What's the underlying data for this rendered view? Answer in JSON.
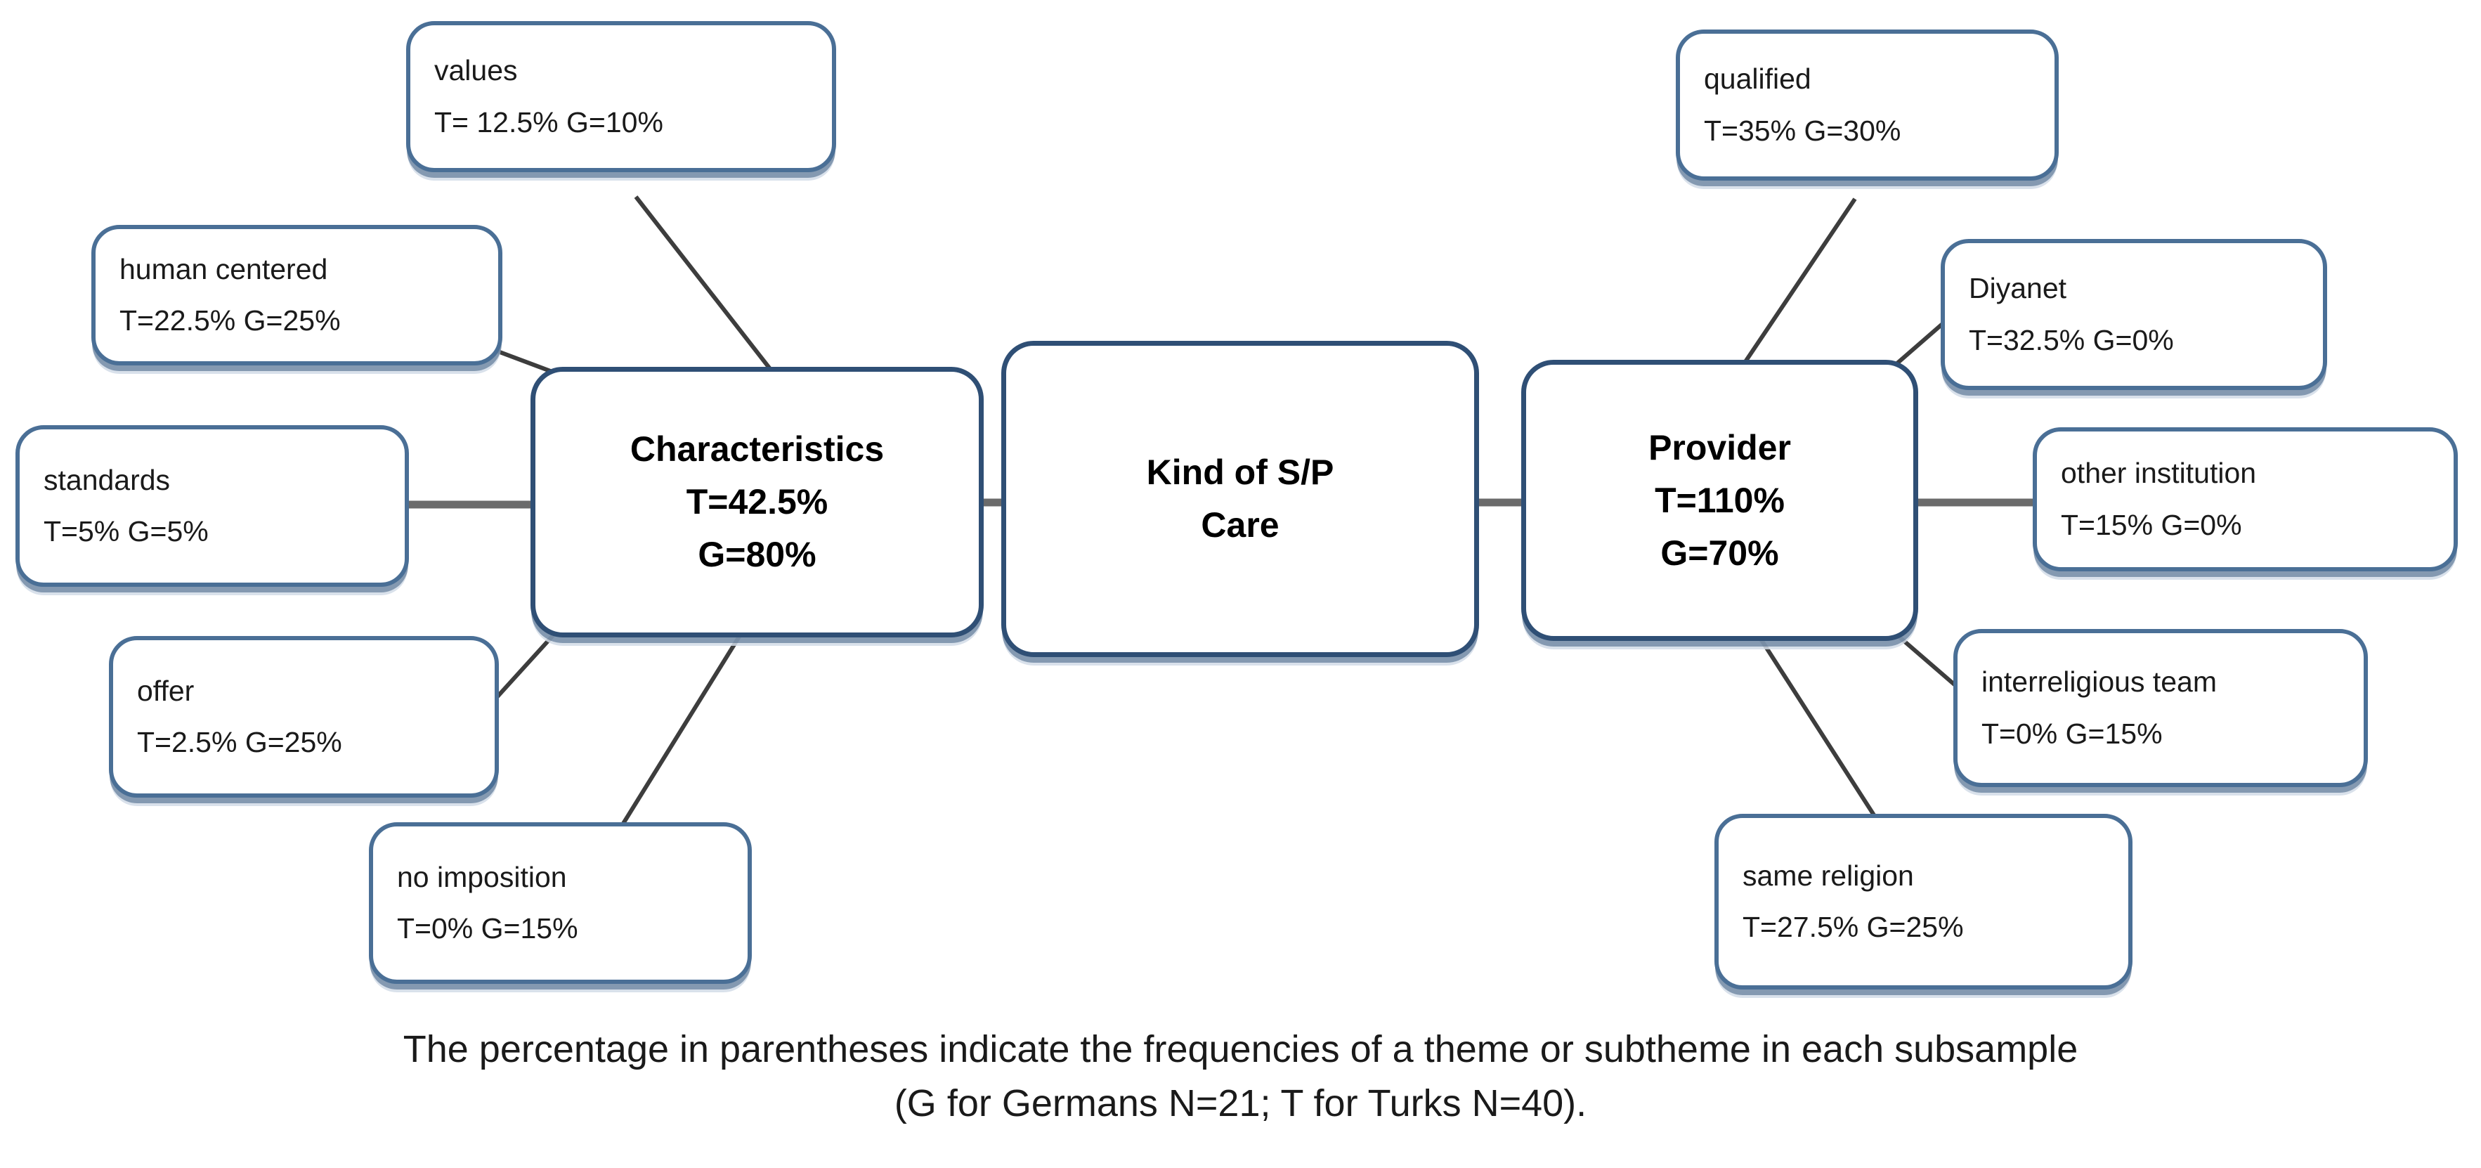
{
  "diagram": {
    "type": "mind-map",
    "title_implicit": "Kind of S/P Care",
    "legend_key": {
      "T": "Turks",
      "G": "Germans"
    },
    "center": {
      "id": "kind-of-sp-care",
      "title": "Kind of S/P",
      "title_line2": "Care",
      "stats": []
    },
    "themes": [
      {
        "id": "characteristics",
        "title": "Characteristics",
        "stat_t": "T=42.5%",
        "stat_g": "G=80%",
        "values": {
          "T": 42.5,
          "G": 80
        }
      },
      {
        "id": "provider",
        "title": "Provider",
        "stat_t": "T=110%",
        "stat_g": "G=70%",
        "values": {
          "T": 110,
          "G": 70
        }
      }
    ],
    "subthemes_left": [
      {
        "id": "values",
        "title": "values",
        "stats": "T= 12.5%   G=10%",
        "values": {
          "T": 12.5,
          "G": 10
        }
      },
      {
        "id": "human-centered",
        "title": "human centered",
        "stats": "T=22.5%   G=25%",
        "values": {
          "T": 22.5,
          "G": 25
        }
      },
      {
        "id": "standards",
        "title": "standards",
        "stats": "T=5%   G=5%",
        "values": {
          "T": 5,
          "G": 5
        }
      },
      {
        "id": "offer",
        "title": "offer",
        "stats": "T=2.5%   G=25%",
        "values": {
          "T": 2.5,
          "G": 25
        }
      },
      {
        "id": "no-imposition",
        "title": "no imposition",
        "stats": "T=0%   G=15%",
        "values": {
          "T": 0,
          "G": 15
        }
      }
    ],
    "subthemes_right": [
      {
        "id": "qualified",
        "title": "qualified",
        "stats": "T=35%  G=30%",
        "values": {
          "T": 35,
          "G": 30
        }
      },
      {
        "id": "diyanet",
        "title": "Diyanet",
        "stats": "T=32.5%  G=0%",
        "values": {
          "T": 32.5,
          "G": 0
        }
      },
      {
        "id": "other-institution",
        "title": "other institution",
        "stats": "T=15%   G=0%",
        "values": {
          "T": 15,
          "G": 0
        }
      },
      {
        "id": "interreligious-team",
        "title": "interreligious team",
        "stats": "T=0%   G=15%",
        "values": {
          "T": 0,
          "G": 15
        }
      },
      {
        "id": "same-religion",
        "title": "same religion",
        "stats": "T=27.5%  G=25%",
        "values": {
          "T": 27.5,
          "G": 25
        }
      }
    ],
    "caption": {
      "line1": "The percentage in parentheses indicate the frequencies of a theme or subtheme in each subsample",
      "line2": "(G for Germans N=21; T for Turks N=40)."
    },
    "colors": {
      "box_border": "#4a6f96",
      "main_box_border": "#2f4f75",
      "connector": "#3d3d3d",
      "text": "#1a1a1a",
      "background": "#ffffff"
    }
  }
}
